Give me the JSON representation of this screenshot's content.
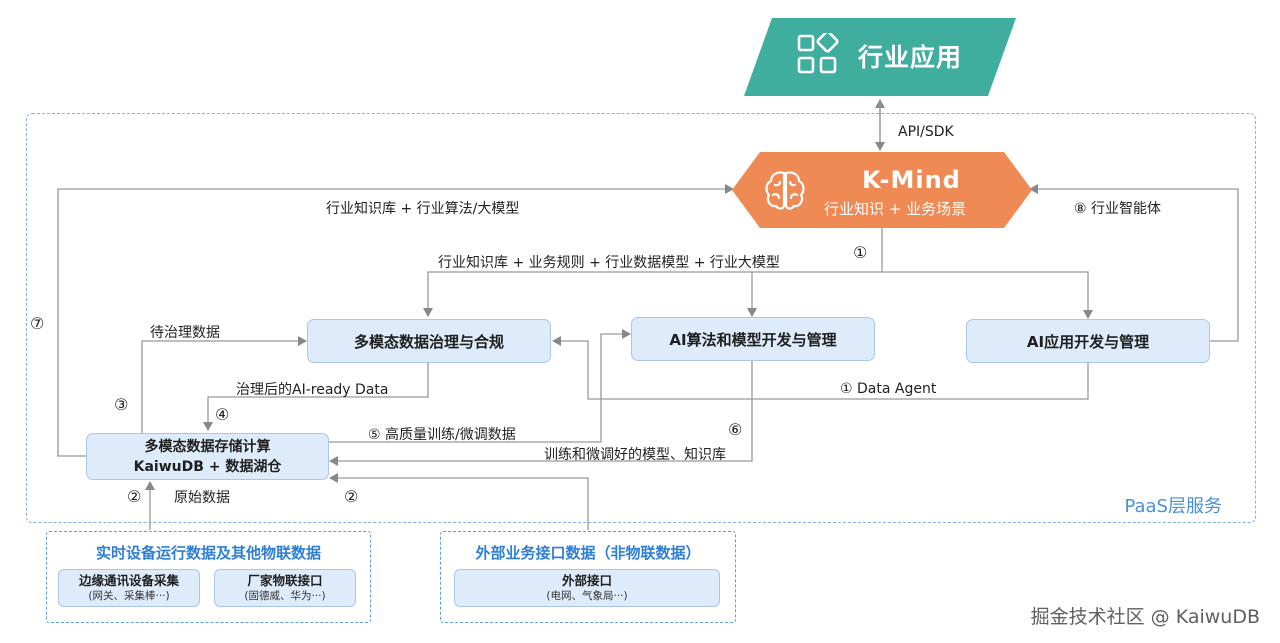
{
  "industry_app": {
    "label": "行业应用",
    "icon": "grid-app-icon",
    "color": "#3fae9e"
  },
  "api_label": "API/SDK",
  "kmind": {
    "title": "K-Mind",
    "subtitle": "行业知识 + 业务场景",
    "icon": "brain-icon",
    "color": "#ef8a55"
  },
  "left_arrow_label": "行业知识库 + 行业算法/大模型",
  "right_arrow_label": "⑧  行业智能体",
  "step1_top": "①",
  "mid_arrow_label": "行业知识库 + 业务规则 + 行业数据模型 + 行业大模型",
  "boxes": {
    "governance": "多模态数据治理与合规",
    "ai_algo": "AI算法和模型开发与管理",
    "ai_app": "AI应用开发与管理",
    "storage_line1": "多模态数据存储计算",
    "storage_line2": "KaiwuDB + 数据湖仓"
  },
  "labels": {
    "pending": "待治理数据",
    "circle7": "⑦",
    "circle3": "③",
    "governed": "治理后的AI-ready Data",
    "circle4": "④",
    "data_agent": "①  Data Agent",
    "hq_data": "⑤  高质量训练/微调数据",
    "circle6": "⑥",
    "trained": "训练和微调好的模型、知识库",
    "circle2_left": "②",
    "raw_data": "原始数据",
    "circle2_right": "②"
  },
  "paas_label": "PaaS层服务",
  "source_iot": {
    "title": "实时设备运行数据及其他物联数据",
    "items": [
      {
        "title": "边缘通讯设备采集",
        "sub": "(网关、采集棒···)"
      },
      {
        "title": "厂家物联接口",
        "sub": "(固德威、华为···)"
      }
    ]
  },
  "source_ext": {
    "title": "外部业务接口数据（非物联数据）",
    "items": [
      {
        "title": "外部接口",
        "sub": "(电网、气象局···)"
      }
    ]
  },
  "watermark": "掘金技术社区 @ KaiwuDB"
}
